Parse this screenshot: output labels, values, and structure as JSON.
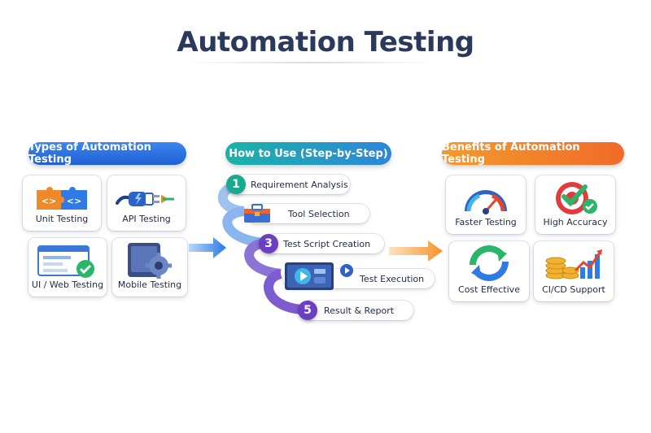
{
  "title": "Automation Testing",
  "sections": {
    "types": {
      "header": "Types of Automation Testing",
      "items": [
        {
          "label": "Unit Testing",
          "icon": "puzzle-code-icon"
        },
        {
          "label": "API Testing",
          "icon": "plug-icon"
        },
        {
          "label": "UI / Web Testing",
          "icon": "browser-check-icon"
        },
        {
          "label": "Mobile Testing",
          "icon": "mobile-gear-icon"
        }
      ]
    },
    "steps": {
      "header": "How to Use (Step-by-Step)",
      "items": [
        {
          "num": "1",
          "label": "Requirement Analysis",
          "color": "#1aa88f"
        },
        {
          "num": "",
          "label": "Tool Selection",
          "icon": "toolbox-icon"
        },
        {
          "num": "3",
          "label": "Test Script Creation",
          "color": "#6a3fc2"
        },
        {
          "num": "",
          "label": "Test Execution",
          "icon": "play-video-icon"
        },
        {
          "num": "5",
          "label": "Result & Report",
          "color": "#6a3fc2"
        }
      ]
    },
    "benefits": {
      "header": "Benefits of Automation Testing",
      "items": [
        {
          "label": "Faster Testing",
          "icon": "speedometer-icon"
        },
        {
          "label": "High Accuracy",
          "icon": "target-check-icon"
        },
        {
          "label": "Cost Effective",
          "icon": "cycle-arrows-icon"
        },
        {
          "label": "CI/CD Support",
          "icon": "coins-chart-icon"
        }
      ]
    }
  },
  "colors": {
    "title": "#2b3a5c",
    "blue": "#2a6fe0",
    "teal": "#1bb3a8",
    "orange": "#f07a2a",
    "purple": "#6a3fc2"
  }
}
